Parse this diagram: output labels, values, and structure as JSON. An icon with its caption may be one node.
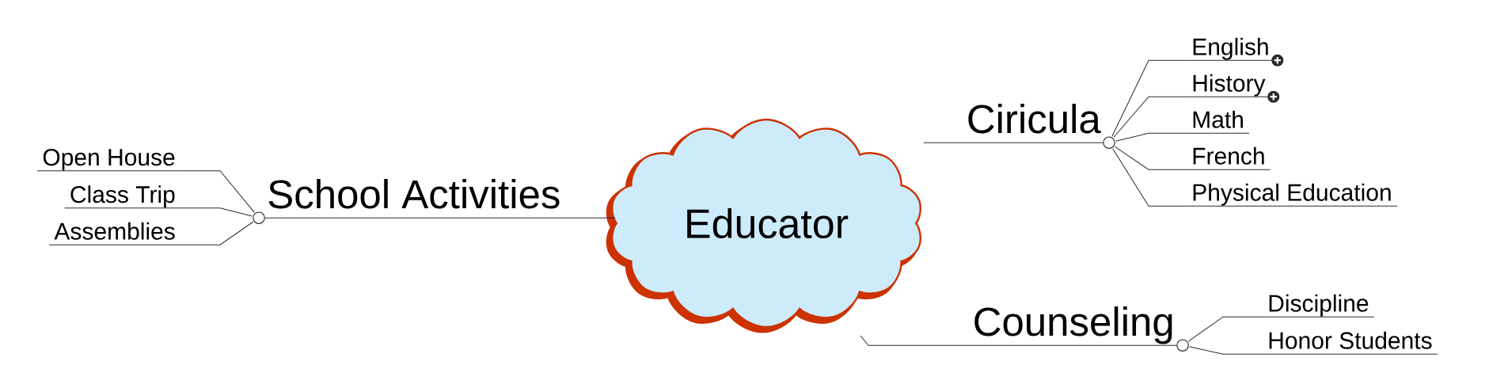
{
  "diagram": {
    "nodes": [
      {
        "text": [
          "Educator"
        ]
      },
      {
        "text": [
          "School Activities"
        ]
      },
      {
        "text": [
          "Open House"
        ]
      },
      {
        "text": [
          "Class Trip"
        ]
      },
      {
        "text": [
          "Assemblies"
        ]
      },
      {
        "text": [
          "Ciricula"
        ]
      },
      {
        "text": [
          "English"
        ]
      },
      {
        "text": [
          "History"
        ]
      },
      {
        "text": [
          "Math"
        ]
      },
      {
        "text": [
          "French"
        ]
      },
      {
        "text": [
          "Physical Education"
        ]
      },
      {
        "text": [
          "Counseling"
        ]
      },
      {
        "text": [
          "Discipline"
        ]
      },
      {
        "text": [
          "Honor Students"
        ]
      }
    ],
    "edges": [
      {
        "from": 0,
        "to": 1,
        "arrow": "none"
      },
      {
        "from": 1,
        "to": 2,
        "arrow": "other"
      },
      {
        "from": 1,
        "to": 3,
        "arrow": "other"
      },
      {
        "from": 1,
        "to": 4,
        "arrow": "other"
      },
      {
        "from": 0,
        "to": 5,
        "arrow": "none"
      },
      {
        "from": 5,
        "to": 6,
        "arrow": "other"
      },
      {
        "from": 5,
        "to": 7,
        "arrow": "other"
      },
      {
        "from": 5,
        "to": 8,
        "arrow": "other"
      },
      {
        "from": 5,
        "to": 9,
        "arrow": "other"
      },
      {
        "from": 5,
        "to": 10,
        "arrow": "other"
      },
      {
        "from": 0,
        "to": 11,
        "arrow": "none"
      },
      {
        "from": 11,
        "to": 12,
        "arrow": "other"
      },
      {
        "from": 11,
        "to": 13,
        "arrow": "other"
      }
    ]
  }
}
